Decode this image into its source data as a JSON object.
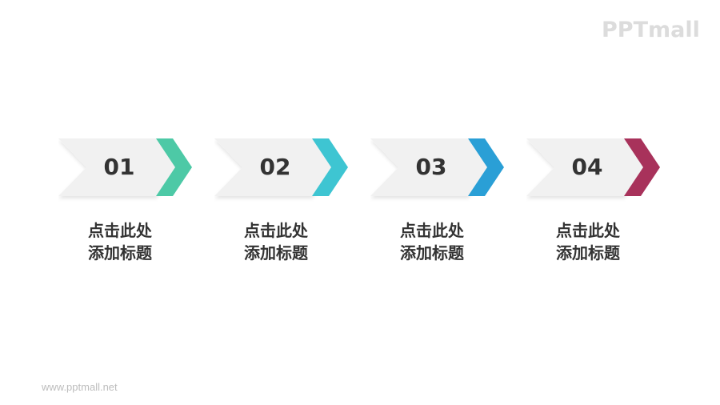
{
  "logo": {
    "text": "PPTmall"
  },
  "footer": {
    "text": "www.pptmall.net"
  },
  "steps": [
    {
      "number": "01",
      "line1": "点击此处",
      "line2": "添加标题",
      "color": "#4dc9a6"
    },
    {
      "number": "02",
      "line1": "点击此处",
      "line2": "添加标题",
      "color": "#3ec5d2"
    },
    {
      "number": "03",
      "line1": "点击此处",
      "line2": "添加标题",
      "color": "#2a9fd6"
    },
    {
      "number": "04",
      "line1": "点击此处",
      "line2": "添加标题",
      "color": "#a8325b"
    }
  ]
}
